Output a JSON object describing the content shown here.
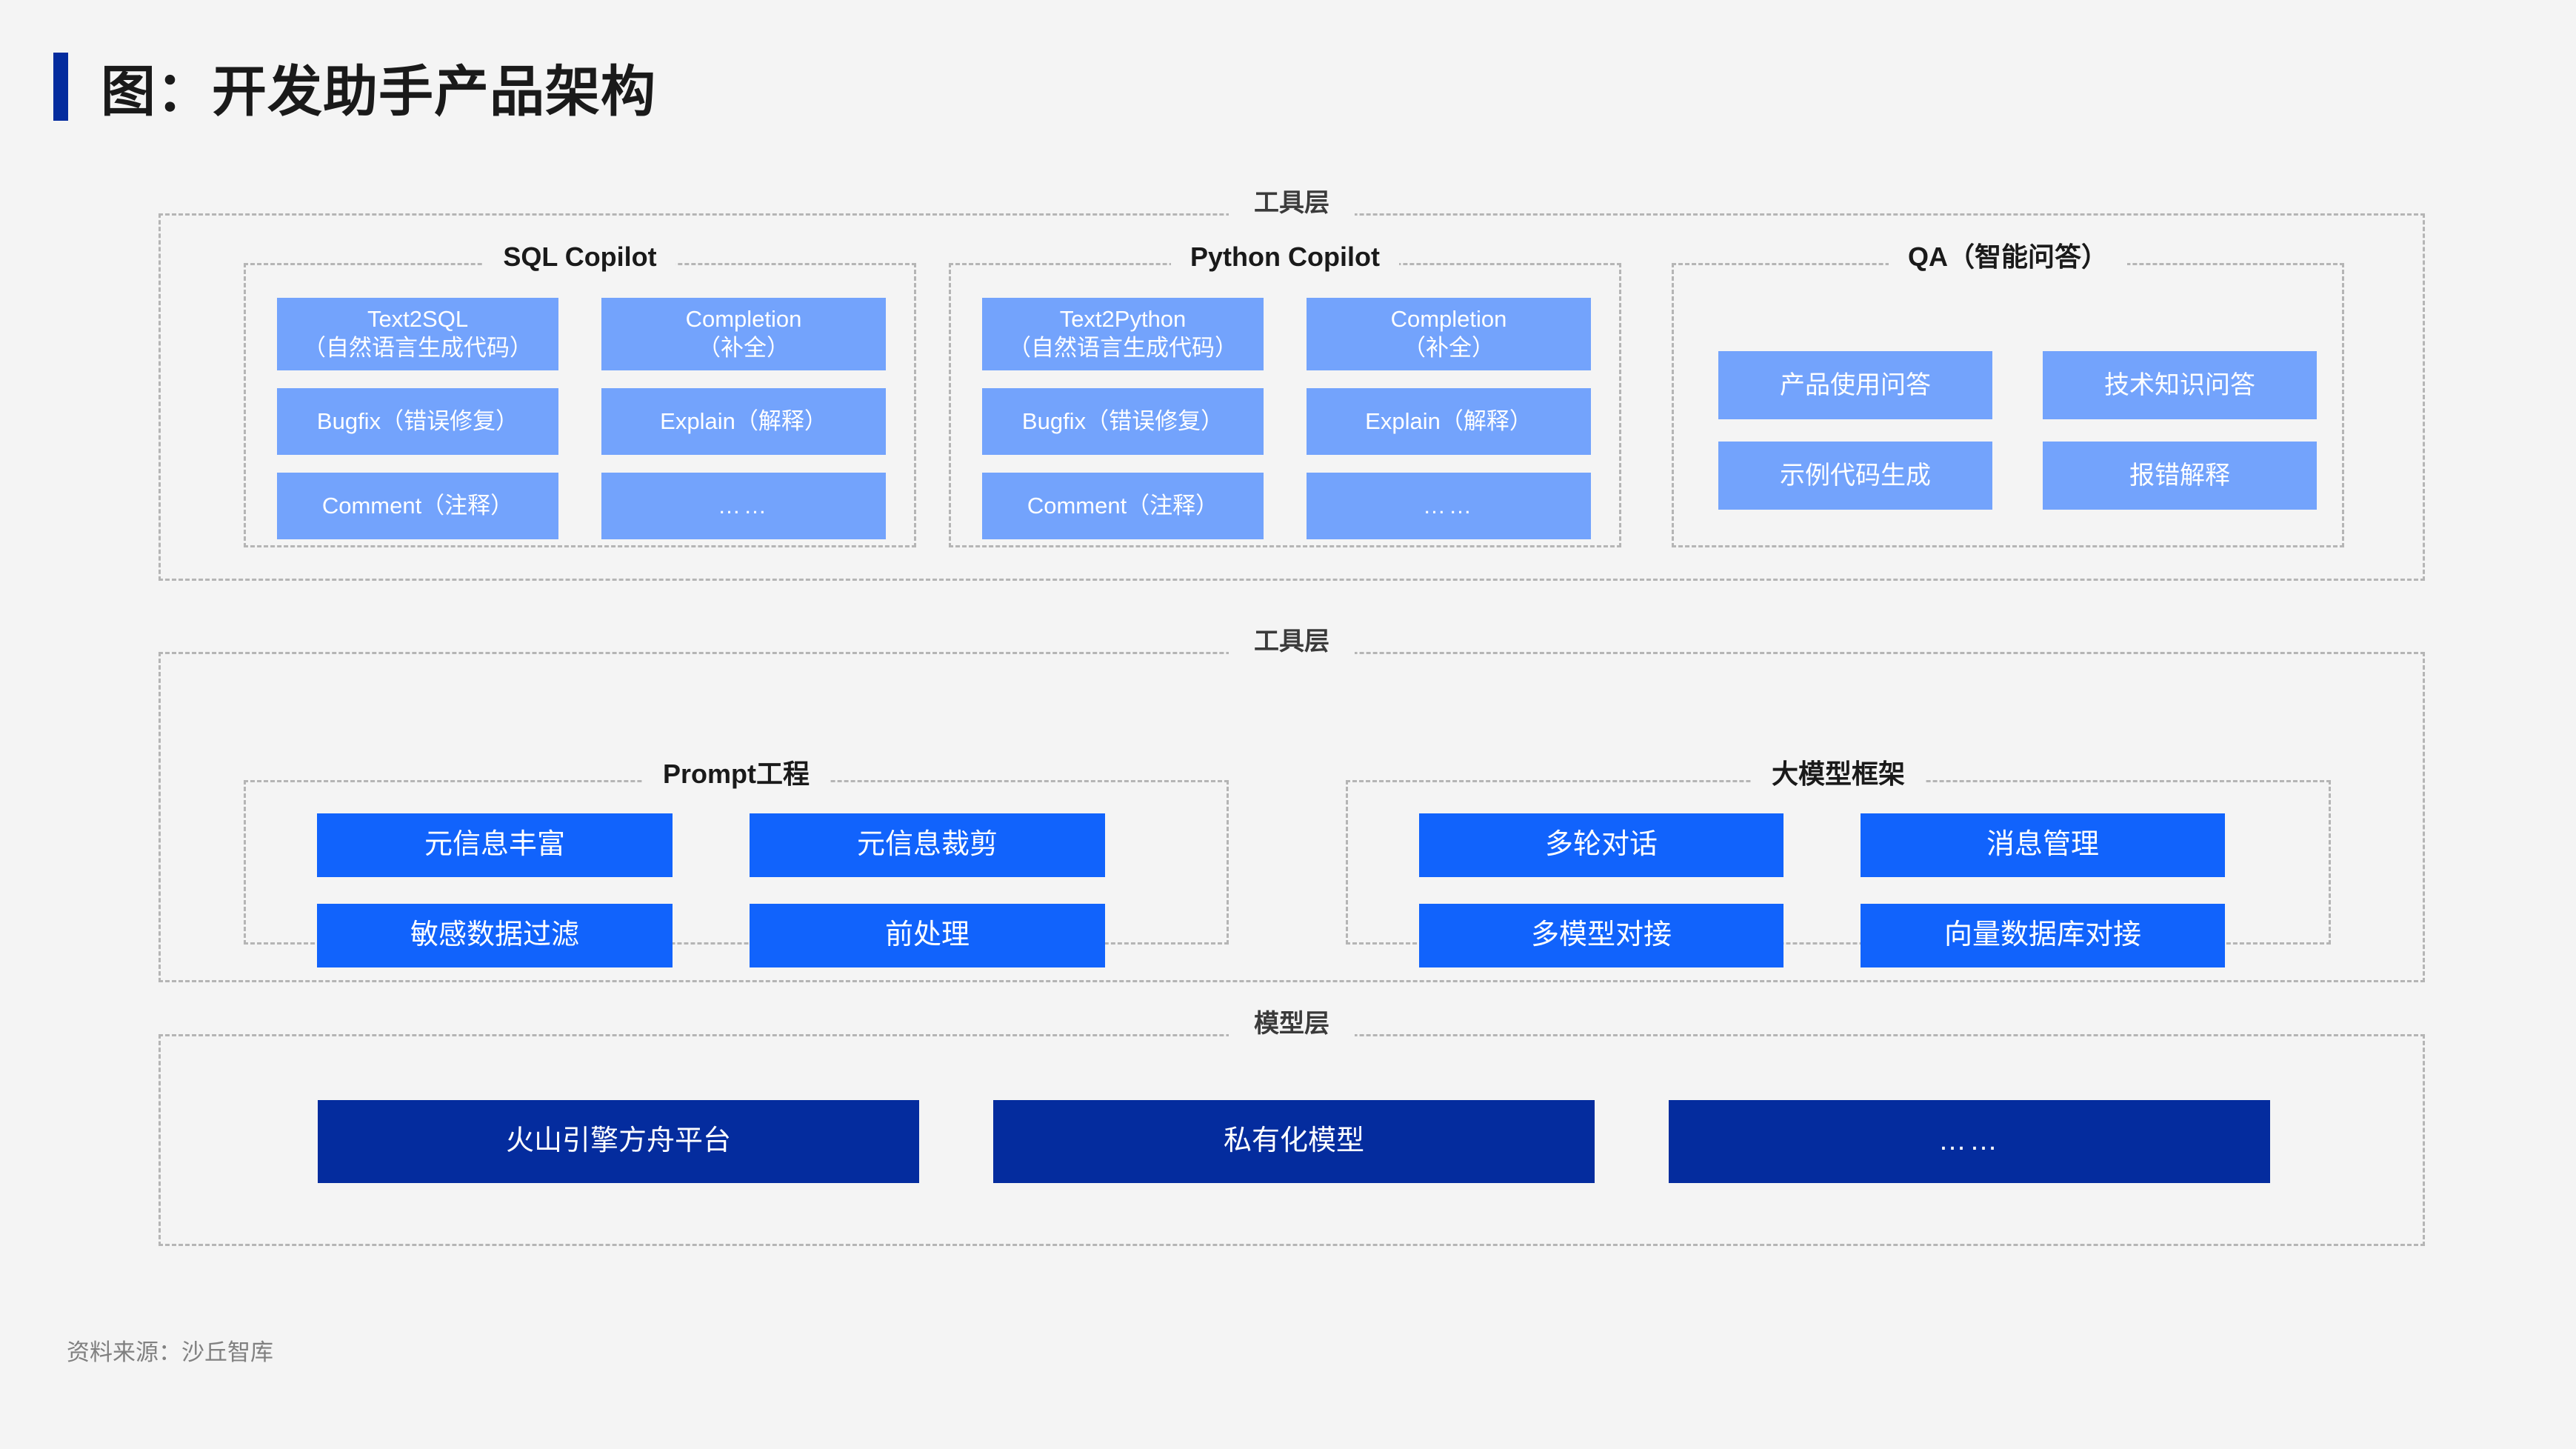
{
  "title": "图：开发助手产品架构",
  "source": "资料来源：沙丘智库",
  "colors": {
    "background": "#f4f4f4",
    "accent_navy": "#042c9e",
    "light_blue": "#73a3fc",
    "mid_blue": "#1163fc",
    "dashed_border": "#b5b5b5"
  },
  "layers": [
    {
      "title": "工具层",
      "groups": [
        {
          "title": "SQL Copilot",
          "cells": [
            "Text2SQL\n（自然语言生成代码）",
            "Completion\n（补全）",
            "Bugfix（错误修复）",
            "Explain（解释）",
            "Comment（注释）",
            "……"
          ]
        },
        {
          "title": "Python Copilot",
          "cells": [
            "Text2Python\n（自然语言生成代码）",
            "Completion\n（补全）",
            "Bugfix（错误修复）",
            "Explain（解释）",
            "Comment（注释）",
            "……"
          ]
        },
        {
          "title": "QA（智能问答）",
          "cells": [
            "产品使用问答",
            "技术知识问答",
            "示例代码生成",
            "报错解释"
          ]
        }
      ]
    },
    {
      "title": "工具层",
      "groups": [
        {
          "title": "Prompt工程",
          "cells": [
            "元信息丰富",
            "元信息裁剪",
            "敏感数据过滤",
            "前处理"
          ]
        },
        {
          "title": "大模型框架",
          "cells": [
            "多轮对话",
            "消息管理",
            "多模型对接",
            "向量数据库对接"
          ]
        }
      ]
    },
    {
      "title": "模型层",
      "cells": [
        "火山引擎方舟平台",
        "私有化模型",
        "……"
      ]
    }
  ]
}
